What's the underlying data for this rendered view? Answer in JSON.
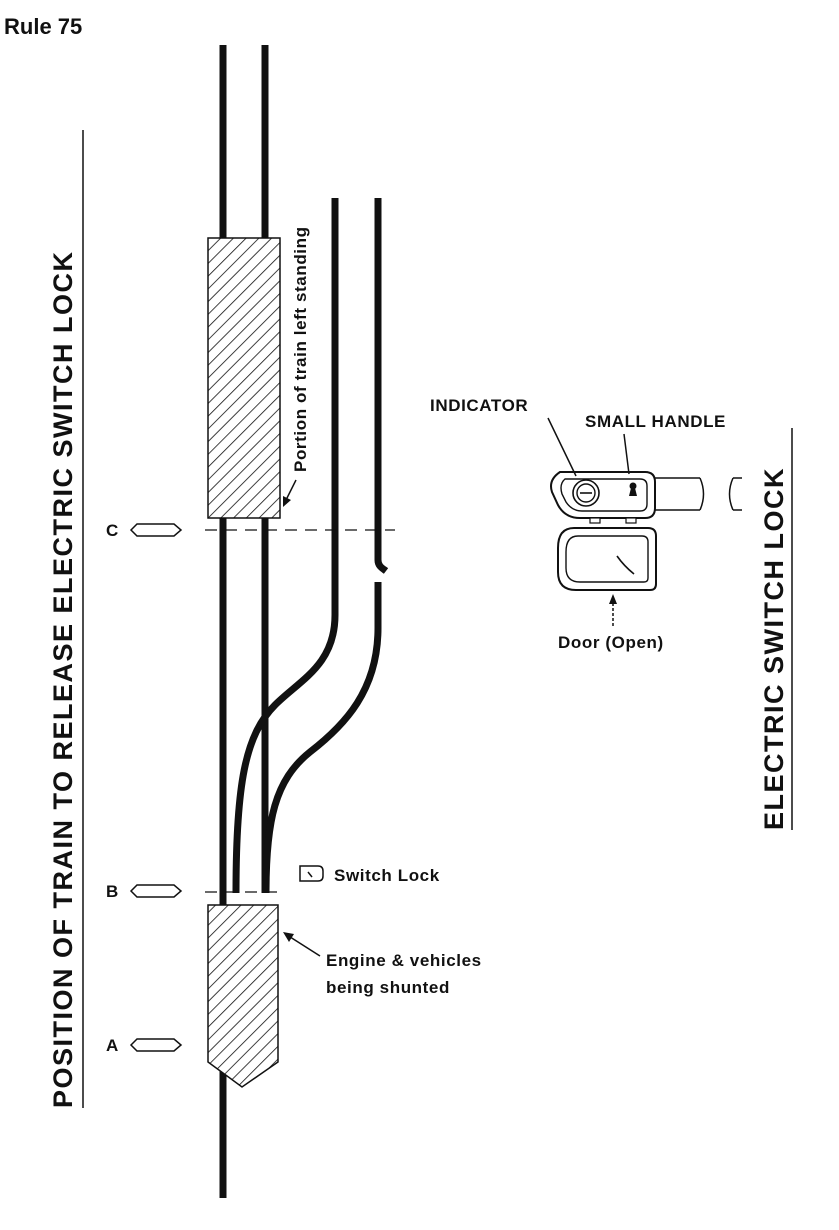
{
  "rule_label": "Rule 75",
  "side_title": "POSITION OF TRAIN TO RELEASE ELECTRIC SWITCH LOCK",
  "lock_title": "ELECTRIC SWITCH LOCK",
  "portion_label": "Portion of train left standing",
  "switch_lock_label": "Switch Lock",
  "engine_label_line1": "Engine & vehicles",
  "engine_label_line2": "being shunted",
  "indicator_label": "INDICATOR",
  "small_handle_label": "SMALL HANDLE",
  "door_label": "Door (Open)",
  "markers": [
    "C",
    "B",
    "A"
  ]
}
